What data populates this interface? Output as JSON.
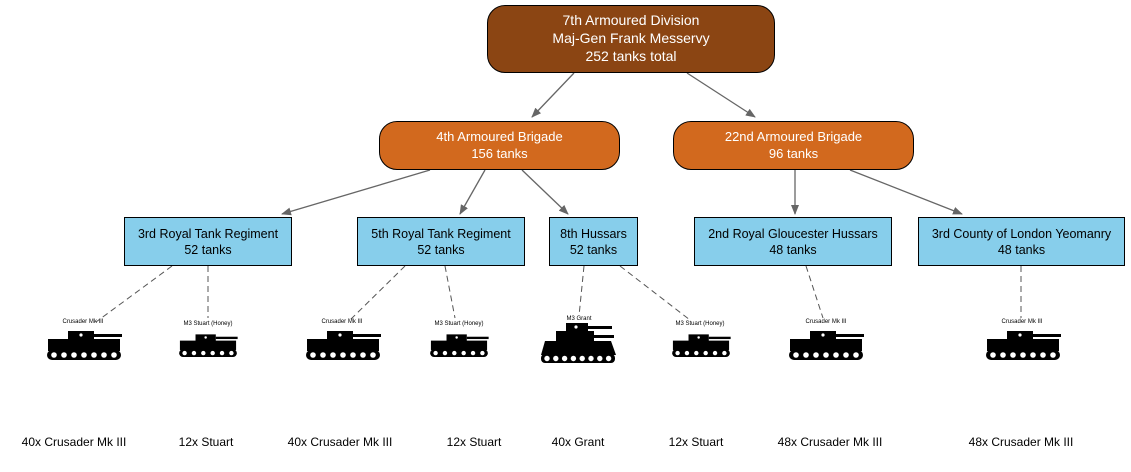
{
  "division": {
    "name": "7th Armoured Division",
    "commander": "Maj-Gen Frank Messervy",
    "tanks": "252 tanks total"
  },
  "brigades": [
    {
      "name": "4th Armoured Brigade",
      "tanks": "156 tanks"
    },
    {
      "name": "22nd Armoured Brigade",
      "tanks": "96 tanks"
    }
  ],
  "regiments": [
    {
      "name": "3rd Royal Tank Regiment",
      "tanks": "52 tanks"
    },
    {
      "name": "5th Royal Tank Regiment",
      "tanks": "52 tanks"
    },
    {
      "name": "8th Hussars",
      "tanks": "52 tanks"
    },
    {
      "name": "2nd Royal Gloucester Hussars",
      "tanks": "48 tanks"
    },
    {
      "name": "3rd County of London Yeomanry",
      "tanks": "48 tanks"
    }
  ],
  "tank_groups": [
    {
      "model": "Crusader Mk III",
      "count_label": "40x Crusader Mk III"
    },
    {
      "model": "M3 Stuart (Honey)",
      "count_label": "12x Stuart"
    },
    {
      "model": "Crusader Mk III",
      "count_label": "40x Crusader Mk III"
    },
    {
      "model": "M3 Stuart (Honey)",
      "count_label": "12x Stuart"
    },
    {
      "model": "M3 Grant",
      "count_label": "40x Grant"
    },
    {
      "model": "M3 Stuart (Honey)",
      "count_label": "12x Stuart"
    },
    {
      "model": "Crusader Mk III",
      "count_label": "48x Crusader Mk III"
    },
    {
      "model": "Crusader Mk III",
      "count_label": "48x Crusader Mk III"
    }
  ],
  "colors": {
    "division_fill": "#8B4513",
    "brigade_fill": "#D2691E",
    "regiment_fill": "#87CEEB",
    "edge": "#666666",
    "tank_icon": "#000000"
  },
  "icons": {
    "crusader": "tank-icon",
    "stuart": "light-tank-icon",
    "grant": "medium-tank-icon"
  }
}
